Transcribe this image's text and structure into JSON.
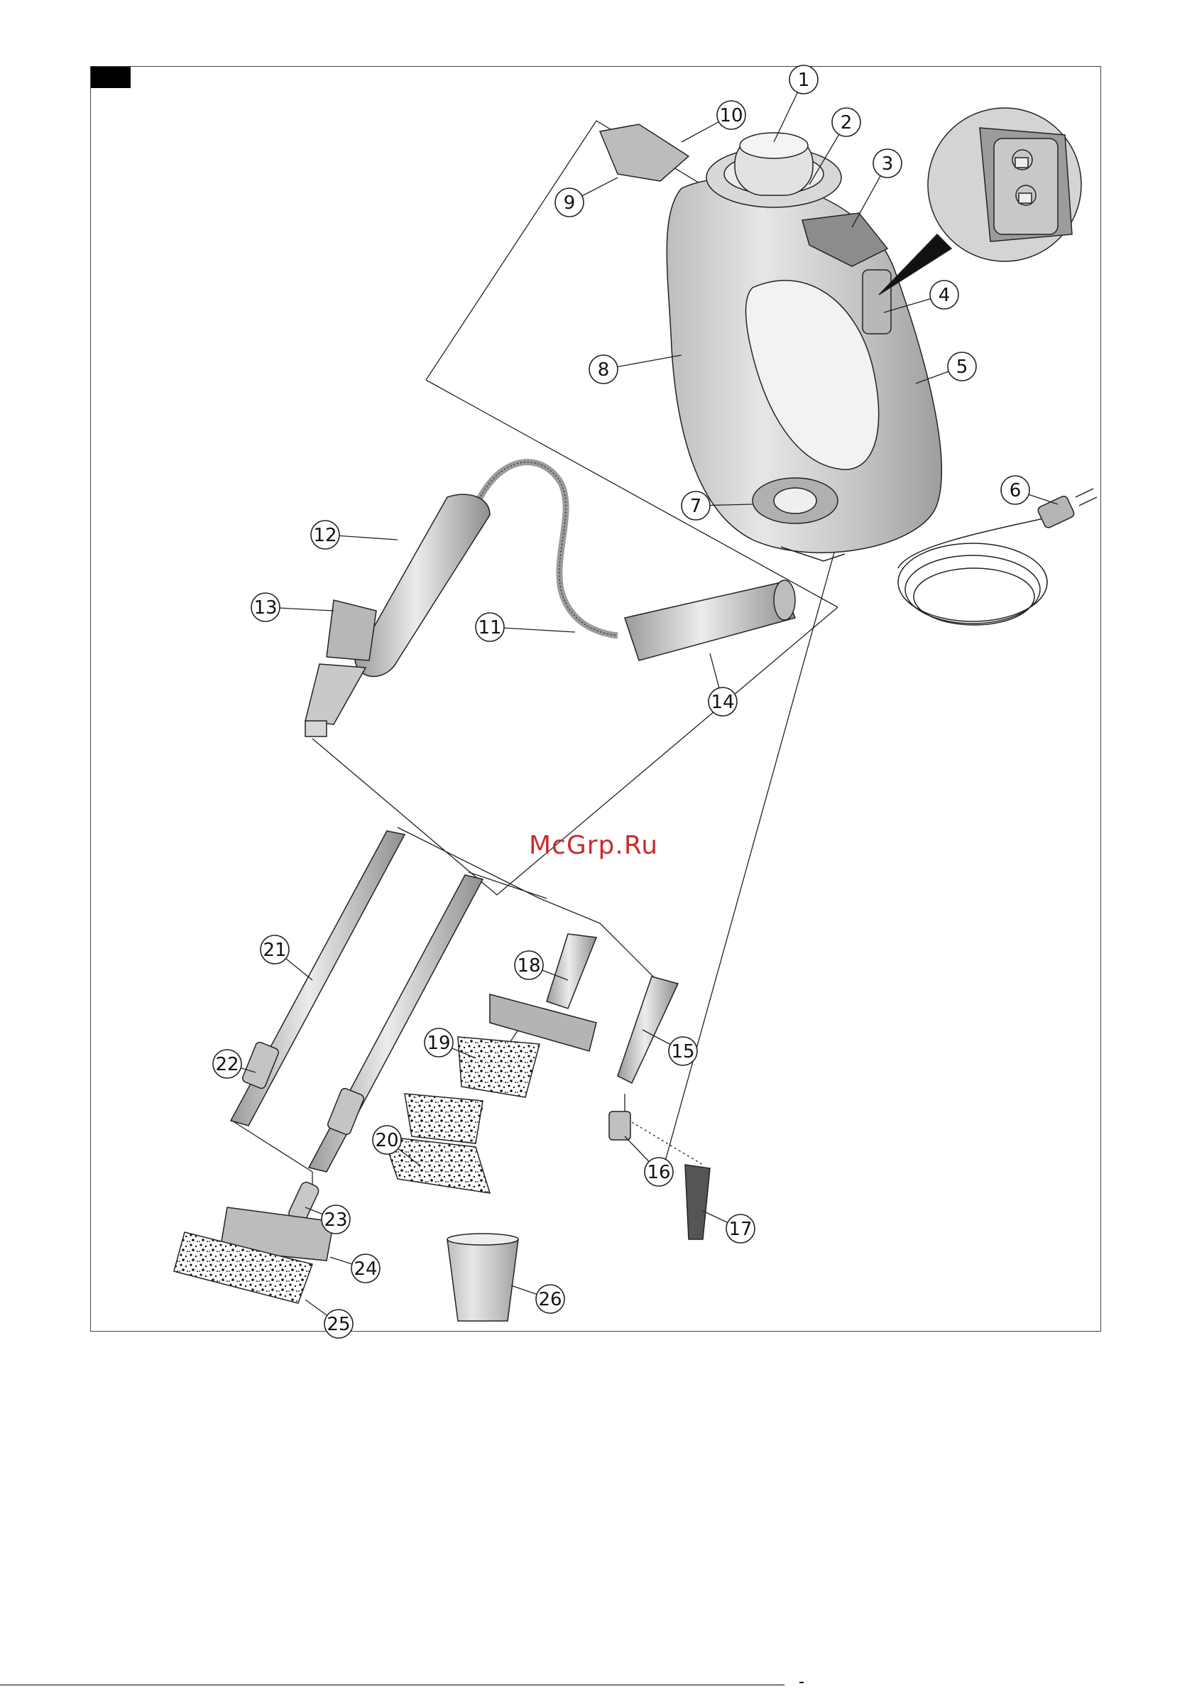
{
  "watermark": {
    "text": "McGrp.Ru",
    "color": "#cc2b2b"
  },
  "colors": {
    "line": "#222222",
    "body": "#cfcfcf",
    "body_shade": "#a9a9a9",
    "highlight": "#eeeeee",
    "frame": "#444444"
  },
  "callouts": [
    {
      "label": "1"
    },
    {
      "label": "2"
    },
    {
      "label": "3"
    },
    {
      "label": "4"
    },
    {
      "label": "5"
    },
    {
      "label": "6"
    },
    {
      "label": "7"
    },
    {
      "label": "8"
    },
    {
      "label": "9"
    },
    {
      "label": "10"
    },
    {
      "label": "11"
    },
    {
      "label": "12"
    },
    {
      "label": "13"
    },
    {
      "label": "14"
    },
    {
      "label": "15"
    },
    {
      "label": "16"
    },
    {
      "label": "17"
    },
    {
      "label": "18"
    },
    {
      "label": "19"
    },
    {
      "label": "20"
    },
    {
      "label": "21"
    },
    {
      "label": "22"
    },
    {
      "label": "23"
    },
    {
      "label": "24"
    },
    {
      "label": "25"
    },
    {
      "label": "26"
    }
  ],
  "icons": [
    "unlock-icon",
    "lock-icon"
  ]
}
